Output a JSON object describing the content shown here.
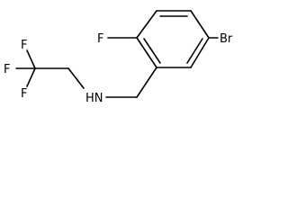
{
  "molecule": {
    "atoms": {
      "f_ring": "F",
      "br": "Br",
      "nh": "HN",
      "f_cf3_top": "F",
      "f_cf3_left": "F",
      "f_cf3_bottom": "F"
    }
  }
}
